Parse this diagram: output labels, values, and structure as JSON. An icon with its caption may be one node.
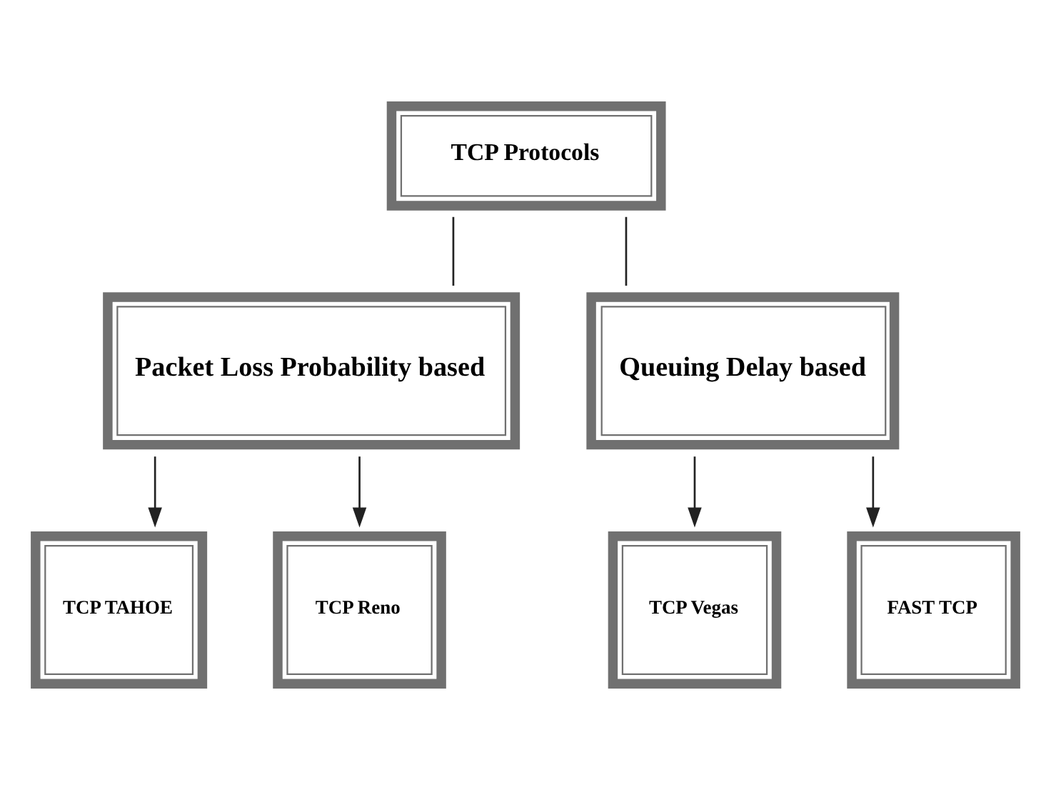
{
  "diagram": {
    "nodes": [
      {
        "text": [
          "TCP Protocols"
        ]
      },
      {
        "text": [
          "Packet Loss Probability based"
        ]
      },
      {
        "text": [
          "Queuing Delay based"
        ]
      },
      {
        "text": [
          "TCP TAHOE"
        ]
      },
      {
        "text": [
          "TCP Reno"
        ]
      },
      {
        "text": [
          "TCP Vegas"
        ]
      },
      {
        "text": [
          "FAST TCP"
        ]
      }
    ],
    "edges": [
      {
        "from": 0,
        "to": 1,
        "arrow": "none"
      },
      {
        "from": 0,
        "to": 2,
        "arrow": "none"
      },
      {
        "from": 1,
        "to": 3,
        "arrow": "to"
      },
      {
        "from": 1,
        "to": 4,
        "arrow": "to"
      },
      {
        "from": 2,
        "to": 5,
        "arrow": "to"
      },
      {
        "from": 2,
        "to": 6,
        "arrow": "to"
      }
    ]
  }
}
